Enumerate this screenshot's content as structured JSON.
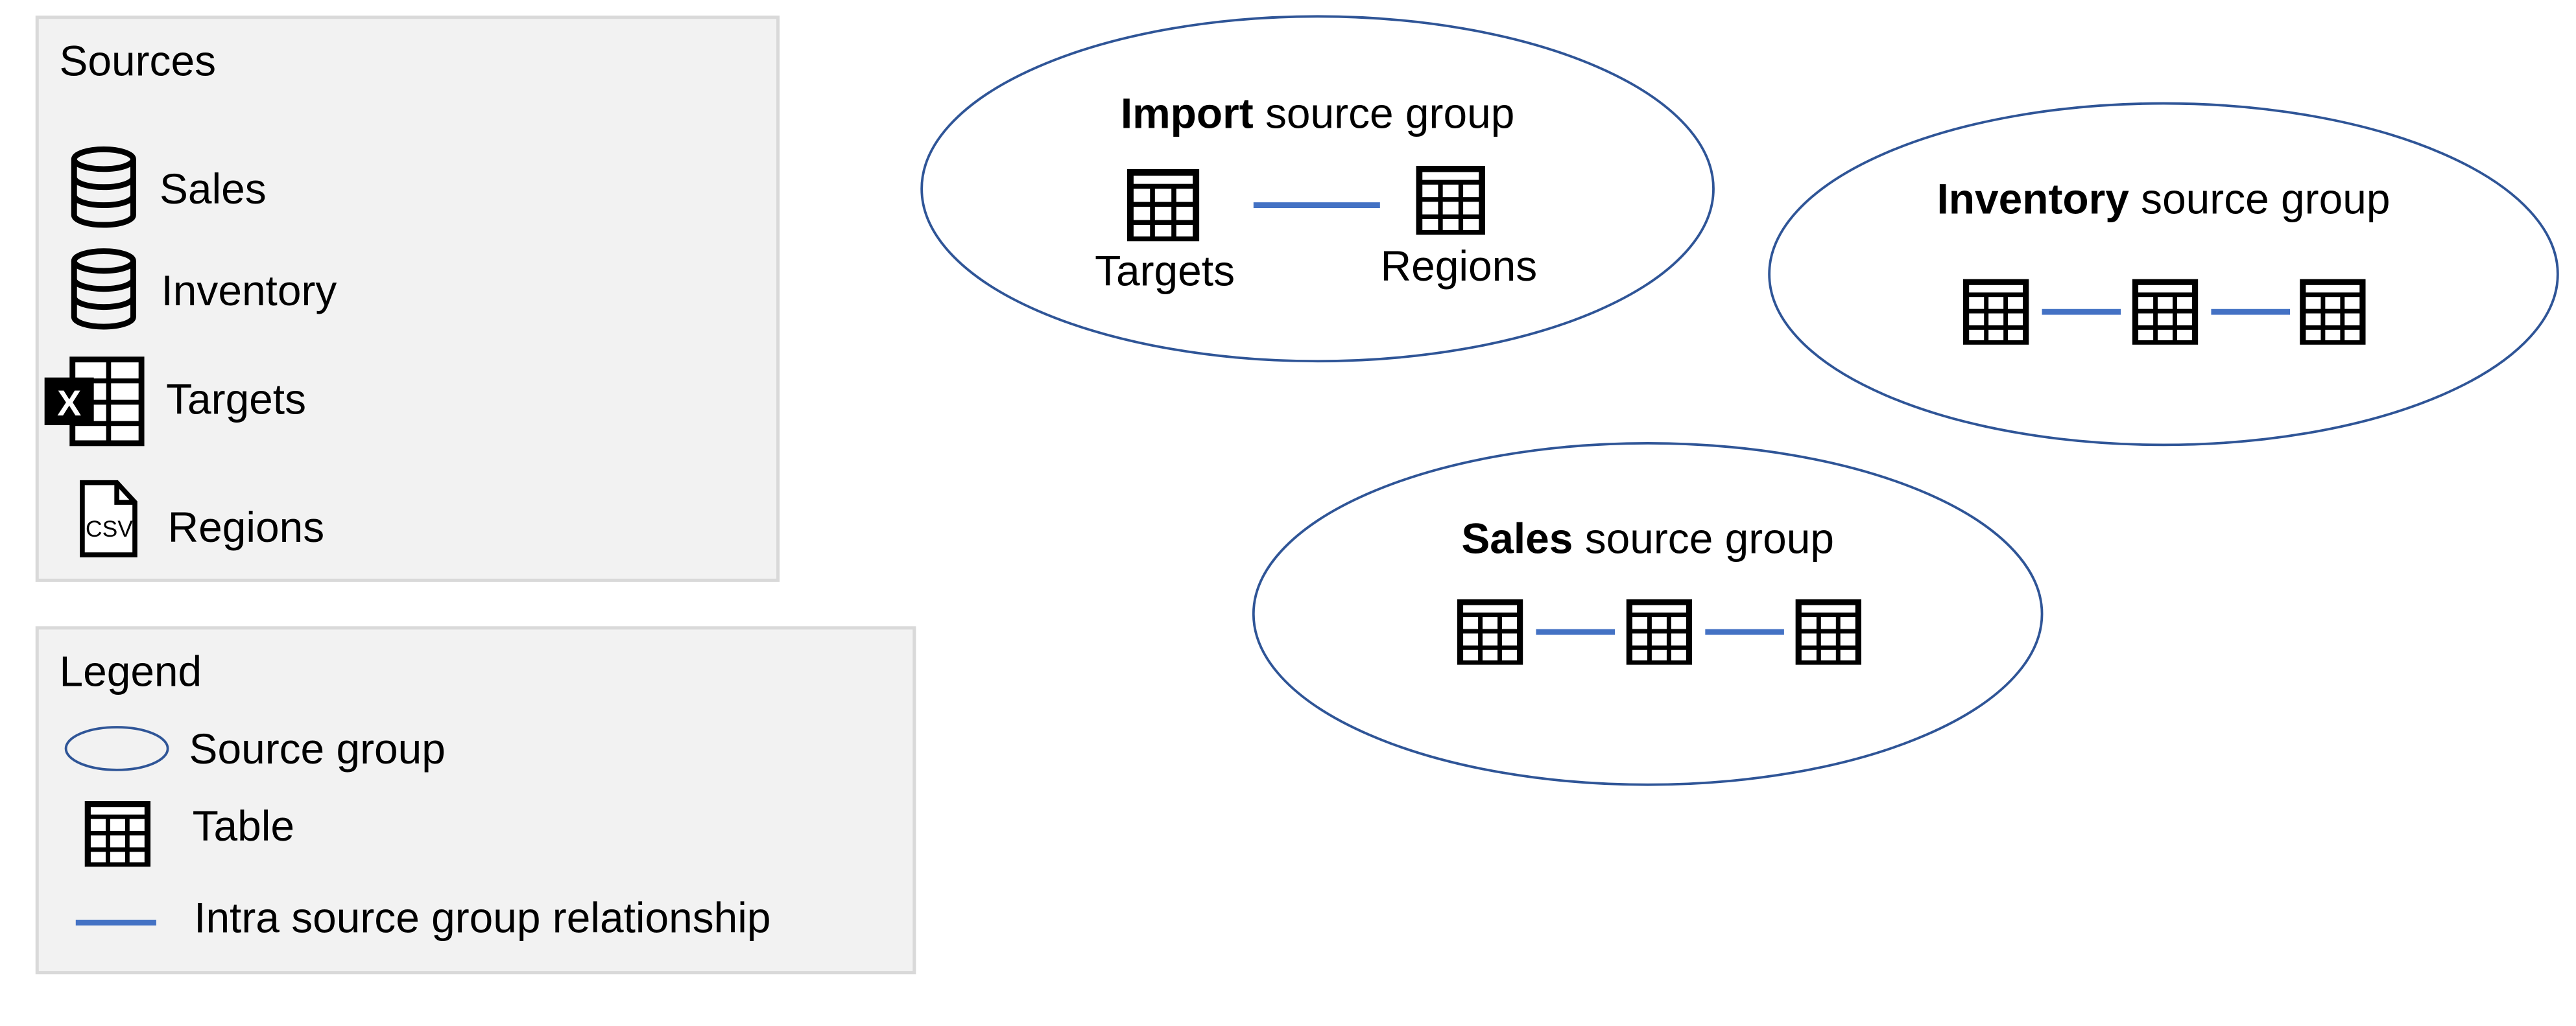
{
  "colors": {
    "panel_fill": "#f2f2f2",
    "panel_border": "#d9d9d9",
    "ellipse_stroke": "#2f5597",
    "relationship_line": "#4472c4"
  },
  "sources": {
    "title": "Sources",
    "items": [
      {
        "label": "Sales",
        "icon": "database-icon"
      },
      {
        "label": "Inventory",
        "icon": "database-icon"
      },
      {
        "label": "Targets",
        "icon": "excel-icon",
        "icon_text": "X"
      },
      {
        "label": "Regions",
        "icon": "csv-file-icon",
        "icon_text": "CSV"
      }
    ]
  },
  "legend": {
    "title": "Legend",
    "items": [
      {
        "label": "Source group",
        "icon": "ellipse-icon"
      },
      {
        "label": "Table",
        "icon": "table-icon"
      },
      {
        "label": "Intra source group relationship",
        "icon": "line-icon"
      }
    ]
  },
  "groups": [
    {
      "name_bold": "Import",
      "name_rest": " source group",
      "tables": [
        "Targets",
        "Regions"
      ]
    },
    {
      "name_bold": "Inventory",
      "name_rest": " source group",
      "tables": [
        "",
        "",
        ""
      ]
    },
    {
      "name_bold": "Sales",
      "name_rest": " source group",
      "tables": [
        "",
        "",
        ""
      ]
    }
  ]
}
